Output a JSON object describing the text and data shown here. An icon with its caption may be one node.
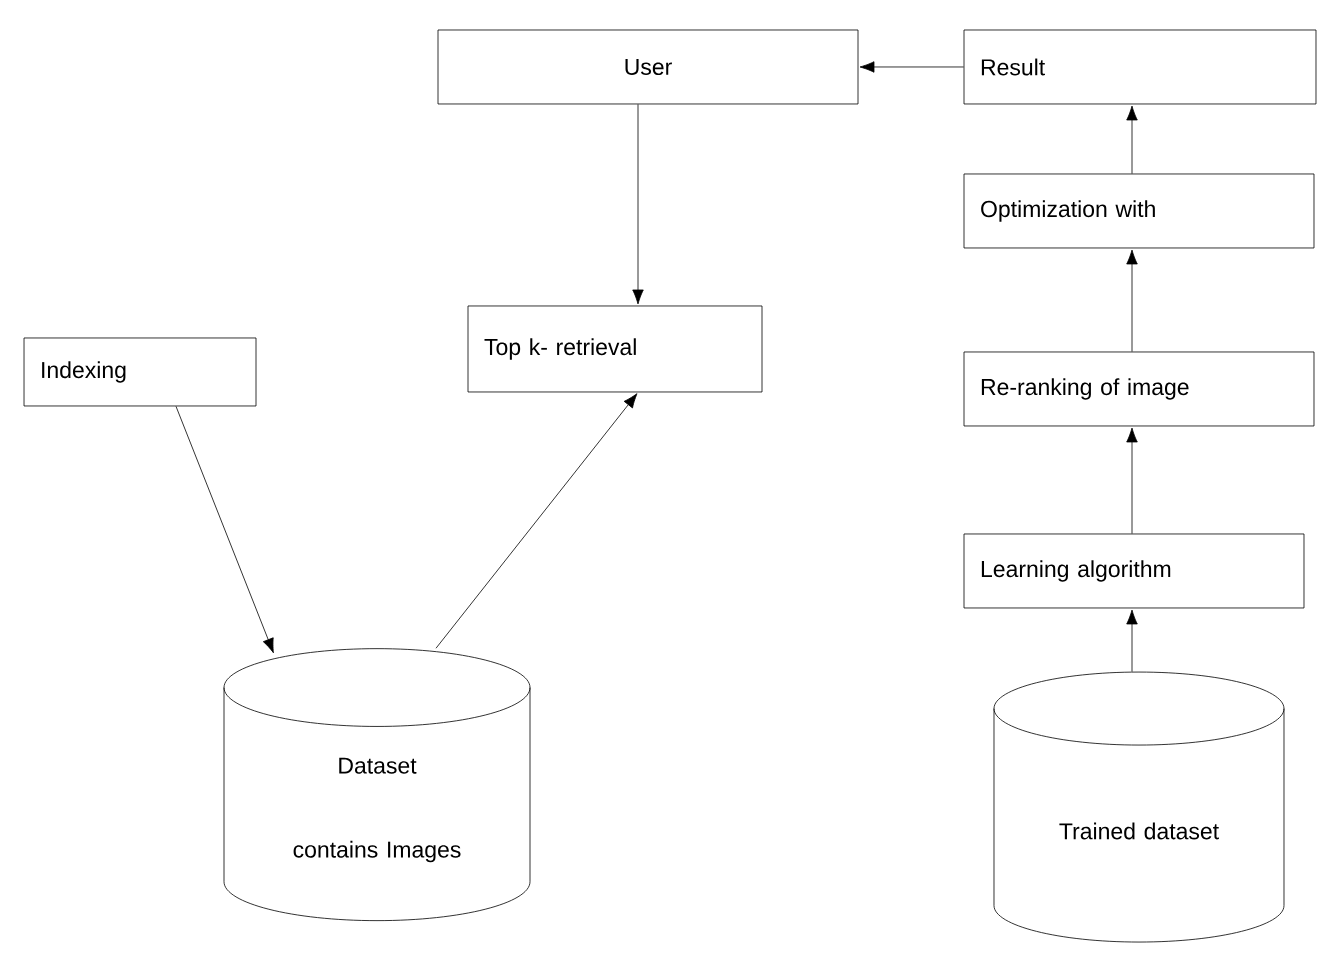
{
  "diagram": {
    "nodes": [
      {
        "text": [
          "User"
        ]
      },
      {
        "text": [
          "Result"
        ]
      },
      {
        "text": [
          "Optimization with"
        ]
      },
      {
        "text": [
          "Top k- retrieval"
        ]
      },
      {
        "text": [
          "Indexing"
        ]
      },
      {
        "text": [
          "Re-ranking of image"
        ]
      },
      {
        "text": [
          "Learning algorithm"
        ]
      },
      {
        "text": [
          "Dataset contains Images"
        ]
      },
      {
        "text": [
          "Trained dataset"
        ]
      }
    ],
    "edges": [
      {
        "from": 1,
        "to": 0,
        "arrow": "to"
      },
      {
        "from": 0,
        "to": 3,
        "arrow": "to"
      },
      {
        "from": 4,
        "to": 7,
        "arrow": "to"
      },
      {
        "from": 7,
        "to": 3,
        "arrow": "to"
      },
      {
        "from": 2,
        "to": 1,
        "arrow": "to"
      },
      {
        "from": 5,
        "to": 2,
        "arrow": "to"
      },
      {
        "from": 6,
        "to": 5,
        "arrow": "to"
      },
      {
        "from": 8,
        "to": 6,
        "arrow": "to"
      }
    ]
  }
}
